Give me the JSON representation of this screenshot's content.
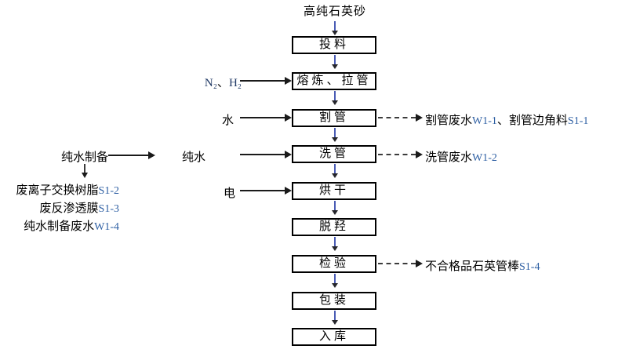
{
  "diagram": {
    "title": "高纯石英砂",
    "steps": [
      "投料",
      "熔炼、拉管",
      "割管",
      "洗管",
      "烘干",
      "脱羟",
      "检验",
      "包装",
      "入库"
    ],
    "inputs": {
      "gas": {
        "part_n2": "N₂",
        "part_comma": "、",
        "part_h2": "H₂"
      },
      "water": "水",
      "pure_water": "纯水",
      "electricity": "电"
    },
    "pure_water_prep": {
      "label": "纯水制备",
      "wastes": [
        {
          "name": "废离子交换树脂",
          "code": "S1-2"
        },
        {
          "name": "废反渗透膜",
          "code": "S1-3"
        },
        {
          "name": "纯水制备废水",
          "code": "W1-4"
        }
      ]
    },
    "outputs": [
      {
        "from": "割管",
        "p0": "割管废水",
        "p1": "W1-1",
        "p2": "、割管边角料",
        "p3": "S1-1"
      },
      {
        "from": "洗管",
        "p0": "洗管废水",
        "p1": "W1-2"
      },
      {
        "from": "检验",
        "p0": "不合格品石英管棒",
        "p1": "S1-4"
      }
    ],
    "colors": {
      "code_blue": "#2e5fa3",
      "gas_navy": "#1f3864",
      "down_arrow_blue": "#4a5cb5",
      "line_black": "#1a1a1a"
    }
  }
}
